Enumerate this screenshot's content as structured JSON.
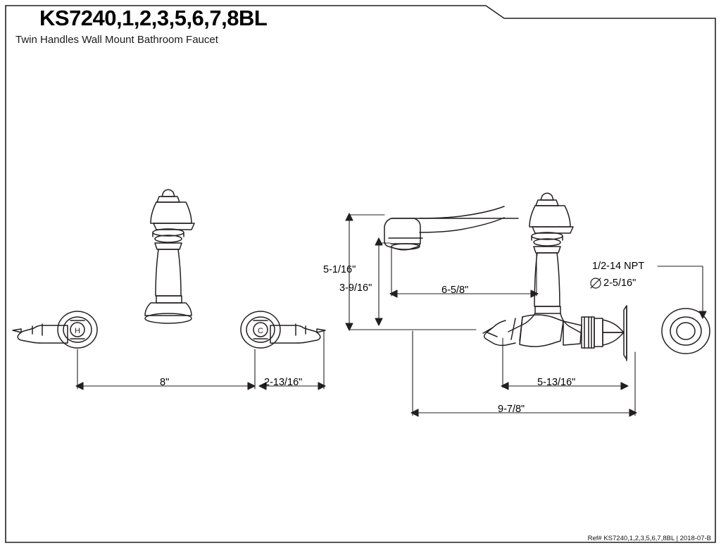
{
  "document": {
    "title": "KS7240,1,2,3,5,6,7,8BL",
    "subtitle": "Twin Handles Wall Mount Bathroom Faucet",
    "reference": "Ref# KS7240,1,2,3,5,6,7,8BL | 2018-07-B"
  },
  "dimensions": {
    "height_5_1_16": "5-1/16\"",
    "height_3_9_16": "3-9/16\"",
    "spout_reach_6_5_8": "6-5/8\"",
    "handle_spread_8": "8\"",
    "handle_depth_2_13_16": "2-13/16\"",
    "valve_depth_5_13_16": "5-13/16\"",
    "overall_9_7_8": "9-7/8\"",
    "thread_spec": "1/2-14 NPT",
    "diameter_2_5_16": "2-5/16\""
  },
  "icons": {
    "diameter_symbol": "⌀",
    "hot_marker": "H",
    "cold_marker": "C"
  },
  "colors": {
    "line": "#231f20",
    "background": "#ffffff"
  }
}
